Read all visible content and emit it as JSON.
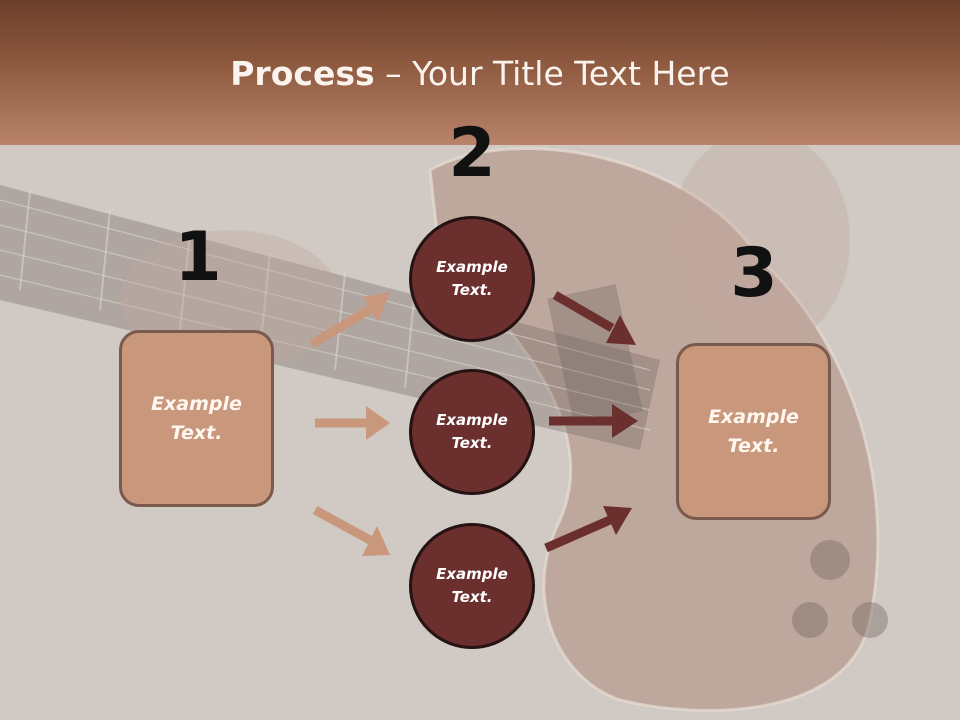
{
  "title": {
    "bold": "Process",
    "rest": " – Your Title Text Here"
  },
  "steps": [
    {
      "number": "1",
      "box_text": "Example Text."
    },
    {
      "number": "2",
      "circle_texts": [
        "Example Text.",
        "Example Text.",
        "Example Text."
      ]
    },
    {
      "number": "3",
      "box_text": "Example Text."
    }
  ],
  "colors": {
    "header": "#8e5a40",
    "box_fill": "#c9977c",
    "box_border": "#7a5a4c",
    "circle_fill": "#6b2f2e",
    "arrow_light": "#c9977c",
    "arrow_dark": "#6b2f2e"
  }
}
